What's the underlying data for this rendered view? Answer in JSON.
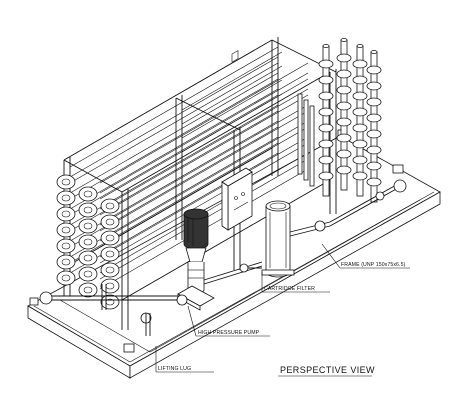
{
  "labels": {
    "frame": "FRAME (UNP 150x75x6.5)",
    "cartridge_filter": "CARTRIDGE FILTER",
    "high_pressure_pump": "HIGH PRESSURE PUMP",
    "lifting_lug": "LIFTING LUG"
  },
  "view_title": "PERSPECTIVE  VIEW",
  "colors": {
    "line": "#111111",
    "background": "#ffffff"
  }
}
